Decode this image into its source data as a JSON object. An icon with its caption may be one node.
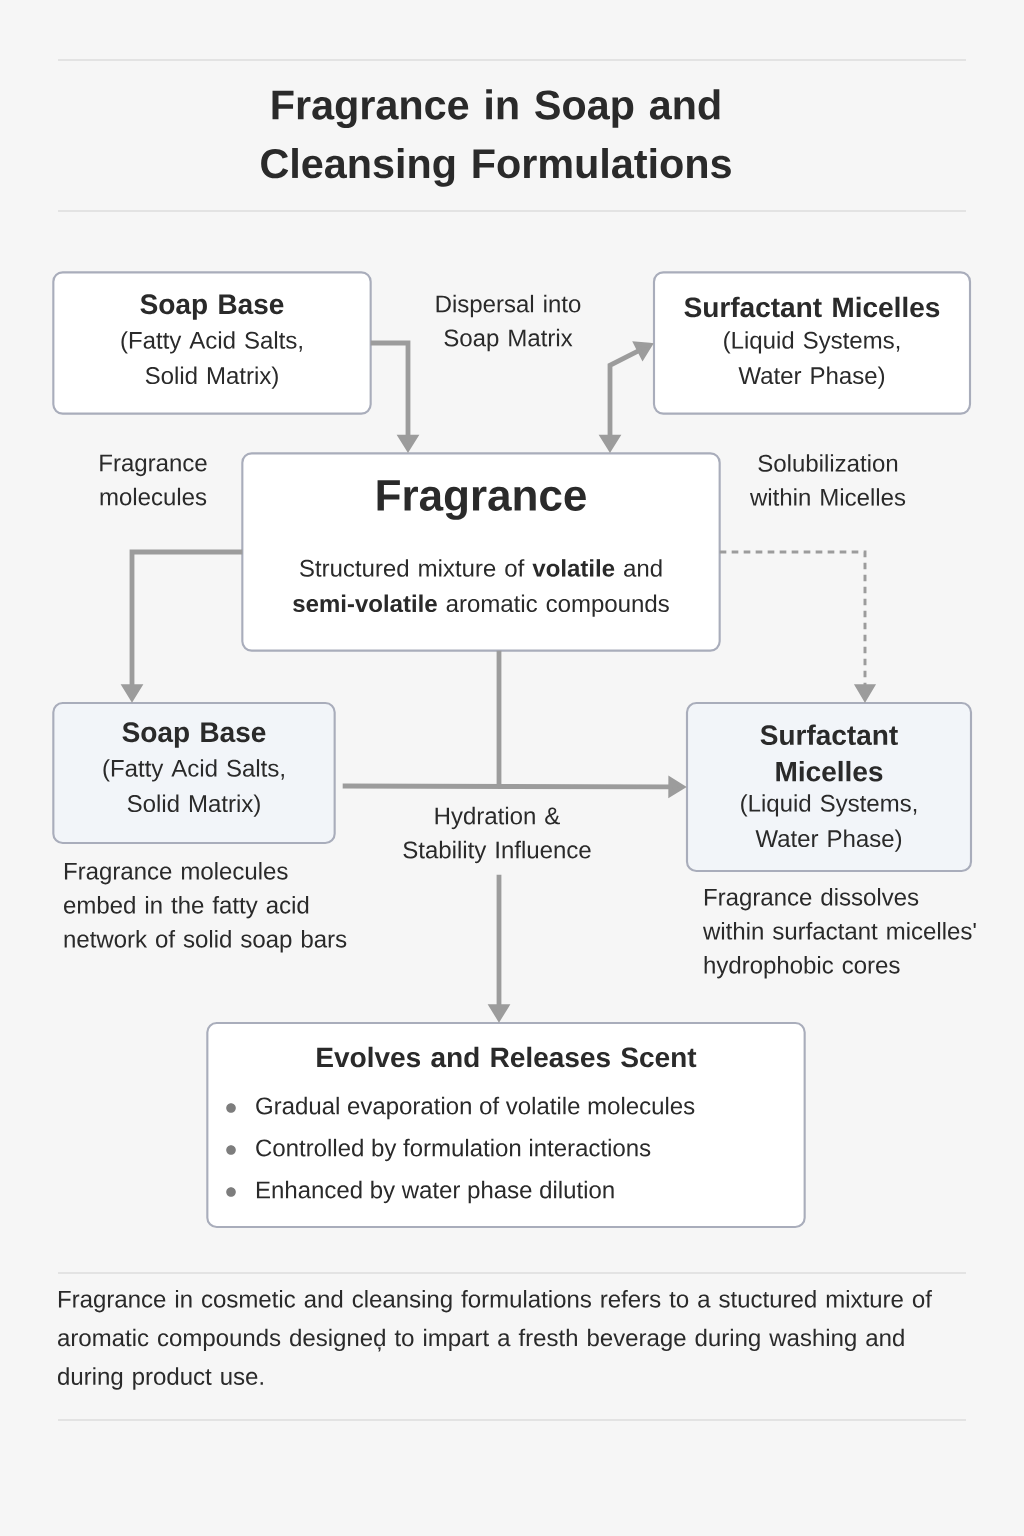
{
  "diagram": {
    "title": "Fragrance in Soap and Cleansing Formulations",
    "caption": "Fragrance in cosmetic and cleansing formulations refers to a stuctured mixture of aromatic compounds designeḑ to impart a  fresth beverage during washing and during product use.",
    "nodes": [
      {
        "text": [
          "Soap Base",
          "(Fatty Acid Salts, Solid Matrix)"
        ]
      },
      {
        "text": [
          "Surfactant Micelles",
          "(Liquid Systems, Water Phase)"
        ]
      },
      {
        "text": [
          "Fragrance",
          "Structured mixture of **volatile** and **semi-volatile** aromatic compounds"
        ]
      },
      {
        "text": [
          "Soap Base",
          "(Fatty Acid Salts, Solid Matrix)"
        ],
        "beside": [
          "Fragrance molecules embed in the fatty acid network of solid soap bars"
        ]
      },
      {
        "text": [
          "Surfactant Micelles",
          "(Liquid Systems, Water Phase)"
        ],
        "beside": [
          "Fragrance dissolves within surfactant micelles' hydrophobic cores"
        ]
      },
      {
        "text": [
          "Evolves and Releases Scent",
          "Gradual evaporation of volatile molecules",
          "Controlled by formulation interactions",
          "Enhanced by water phase dilution"
        ]
      }
    ],
    "edges": [
      {
        "from": 0,
        "to": 2,
        "arrow": "to",
        "label": "Dispersal into Soap Matrix"
      },
      {
        "from": 2,
        "to": 1,
        "arrow": "both"
      },
      {
        "from": 2,
        "to": 3,
        "arrow": "to",
        "label": "Fragrance molecules"
      },
      {
        "from": 2,
        "to": 4,
        "arrow": "to",
        "style": "dashed",
        "label": "Solubilization within Micelles"
      },
      {
        "from": 3,
        "to": 4,
        "arrow": "to"
      },
      {
        "from": 2,
        "to": 5,
        "arrow": "to",
        "label": "Hydration & Stability Influence"
      }
    ]
  }
}
